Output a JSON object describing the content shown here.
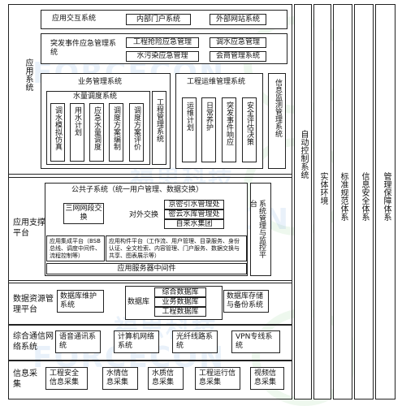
{
  "colors": {
    "line": "#222222",
    "watermark_blue": "#468cd2",
    "watermark_green": "#5abe5a"
  },
  "watermark": {
    "text": "FORCECON",
    "text_cn": "福思科技"
  },
  "app": {
    "label": "应用系统",
    "interaction": {
      "title": "应用交互系统",
      "portal": "内部门户系统",
      "external": "外部网站系统"
    },
    "emergency": {
      "title": "突发事件应急管理系统",
      "items": [
        "工程抢险应急管理",
        "调水应急管理",
        "水污染应急管理",
        "会商管理系统"
      ]
    },
    "business": {
      "title": "业务管理系统",
      "dispatch": {
        "title": "水量调度系统",
        "items": [
          "调水模拟仿真",
          "用水计划",
          "应急水量调度",
          "调度方案编制",
          "调度方案评价"
        ]
      },
      "engineering": "工程管理系统"
    },
    "ops": {
      "title": "工程运维管理系统",
      "items": [
        "运维计划",
        "日常养护",
        "突发事件响应",
        "安全评估决策"
      ]
    },
    "monitor": "信息监测管理系统"
  },
  "support": {
    "label": "应用支撑平台",
    "public_sub": "公共子系统（统一用户管理、数据交换）",
    "three_net": "三网网段交换",
    "external_exchange": "对外交换",
    "agencies": [
      "京密引水管理处",
      "密云水库管理处",
      "自来水集团"
    ],
    "app_platform": "应用集成平台（BSB总线、调度中间件、流程控制等）",
    "info_platform": "应用构件平台（工作流、用户管理、目录服务、身份认证、全文检索、内容管理、门户服务、数据交换与共享、图表展示等）",
    "middleware": "应用服务器中间件",
    "sys_mgmt": "系统管理与监控平台"
  },
  "data": {
    "label": "数据资源管理平台",
    "maintenance": "数据库维护系统",
    "db_label": "数据库",
    "dbs": [
      "综合数据库",
      "业务数据库",
      "工程数据库"
    ],
    "storage": "数据库存储与备份系统"
  },
  "network": {
    "label": "综合通信网络系统",
    "items": [
      "语音通讯系统",
      "计算机网络系统",
      "光纤线路系统",
      "VPN专线系统"
    ]
  },
  "collection": {
    "label": "信息采集",
    "items": [
      "工程安全信息采集",
      "水情信息采集",
      "水质信息采集",
      "工程运行信息采集",
      "视频信息采集"
    ]
  },
  "right_columns": [
    "自动控制系统",
    "实体环境",
    "标准规范体系",
    "信息安全体系",
    "管理保障体系"
  ]
}
